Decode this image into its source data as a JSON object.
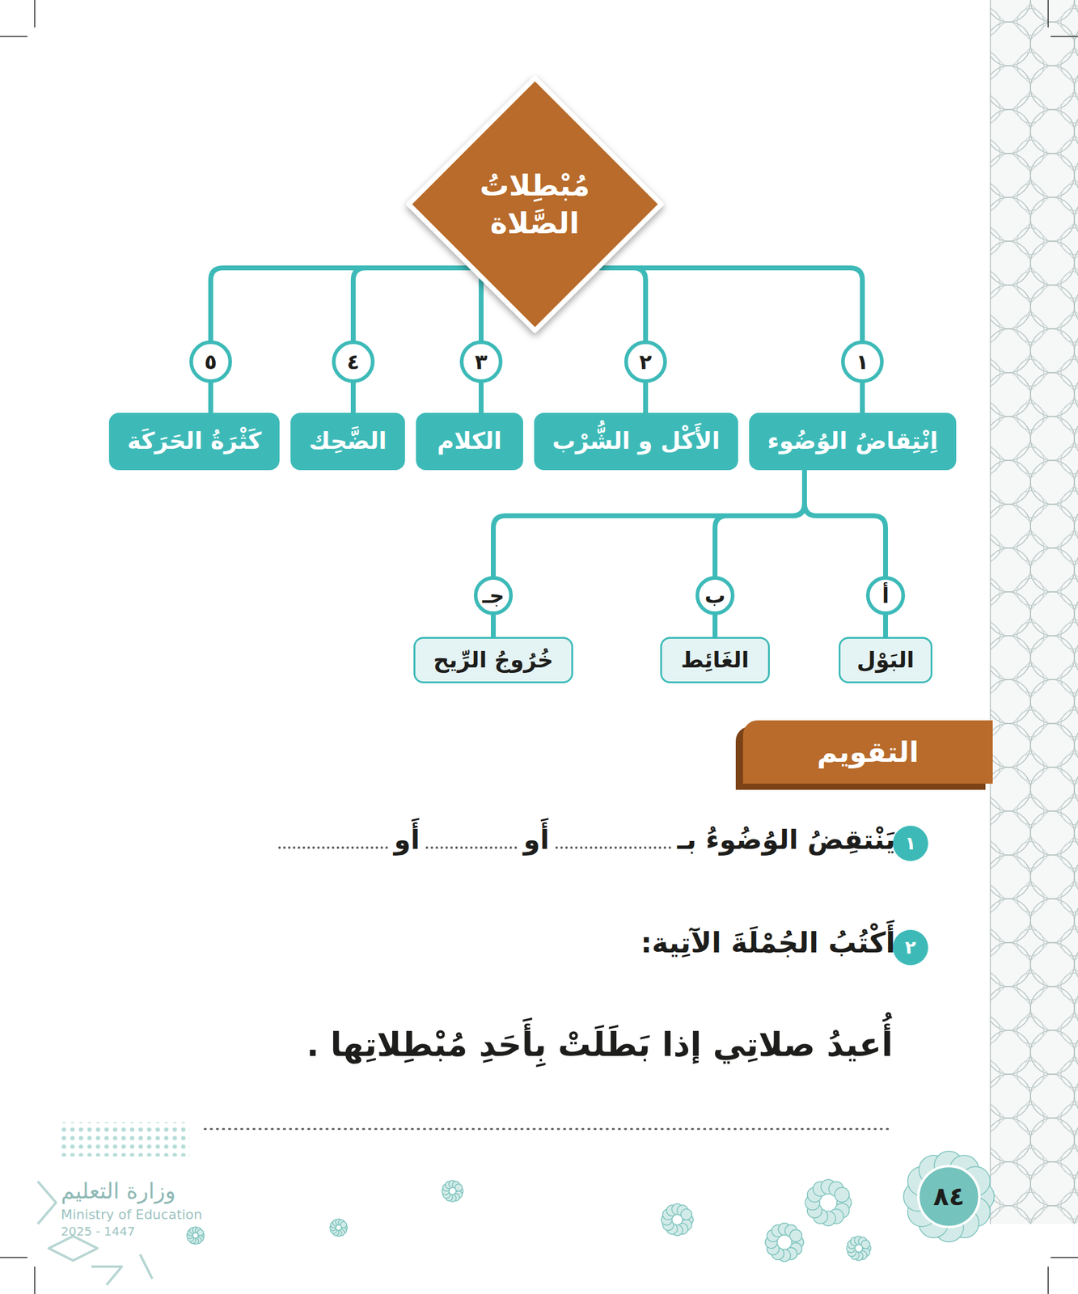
{
  "diagram": {
    "nodes": [
      {
        "text": [
          "مُبْطِلاتُ الصَّلاة"
        ]
      },
      {
        "text": [
          "١"
        ]
      },
      {
        "text": [
          "اِنْتِقاضُ الوُضُوء"
        ]
      },
      {
        "text": [
          "٢"
        ]
      },
      {
        "text": [
          "الأَكْل و الشُّرْب"
        ]
      },
      {
        "text": [
          "٣"
        ]
      },
      {
        "text": [
          "الكلام"
        ]
      },
      {
        "text": [
          "٤"
        ]
      },
      {
        "text": [
          "الضَّحِك"
        ]
      },
      {
        "text": [
          "٥"
        ]
      },
      {
        "text": [
          "كَثْرَةُ الحَرَكَة"
        ]
      },
      {
        "text": [
          "أ"
        ]
      },
      {
        "text": [
          "البَوْل"
        ]
      },
      {
        "text": [
          "ب"
        ]
      },
      {
        "text": [
          "الغَائِط"
        ]
      },
      {
        "text": [
          "جـ"
        ]
      },
      {
        "text": [
          "خُرُوجُ الرِّيح"
        ]
      },
      {
        "text": [
          "التقويم"
        ]
      },
      {
        "text": [
          "١"
        ]
      },
      {
        "text": [
          "٢"
        ]
      },
      {
        "text": [
          "٨٤"
        ]
      }
    ],
    "edges": [
      {
        "from": 0,
        "to": 1,
        "arrow": "none"
      },
      {
        "from": 0,
        "to": 3,
        "arrow": "none"
      },
      {
        "from": 0,
        "to": 5,
        "arrow": "none"
      },
      {
        "from": 0,
        "to": 7,
        "arrow": "none"
      },
      {
        "from": 0,
        "to": 9,
        "arrow": "none"
      },
      {
        "from": 1,
        "to": 2,
        "arrow": "none"
      },
      {
        "from": 3,
        "to": 4,
        "arrow": "none"
      },
      {
        "from": 5,
        "to": 6,
        "arrow": "none"
      },
      {
        "from": 7,
        "to": 8,
        "arrow": "none"
      },
      {
        "from": 9,
        "to": 10,
        "arrow": "none"
      },
      {
        "from": 2,
        "to": 11,
        "arrow": "none"
      },
      {
        "from": 2,
        "to": 13,
        "arrow": "none"
      },
      {
        "from": 2,
        "to": 15,
        "arrow": "none"
      },
      {
        "from": 11,
        "to": 12,
        "arrow": "none"
      },
      {
        "from": 13,
        "to": 14,
        "arrow": "none"
      },
      {
        "from": 15,
        "to": 16,
        "arrow": "none"
      }
    ],
    "labels": [
      "يَنْتقِضُ الوُضُوءُ بـ",
      "أَو",
      "أَو",
      "أَكْتُبُ الجُمْلَةَ الآتِية:",
      "أُعيدُ صلاتِي إذا بَطَلَتْ بِأَحَدِ مُبْطِلاتِها .",
      "وزارة التعليم",
      "Ministry of Education",
      "2025 - 1447"
    ]
  }
}
